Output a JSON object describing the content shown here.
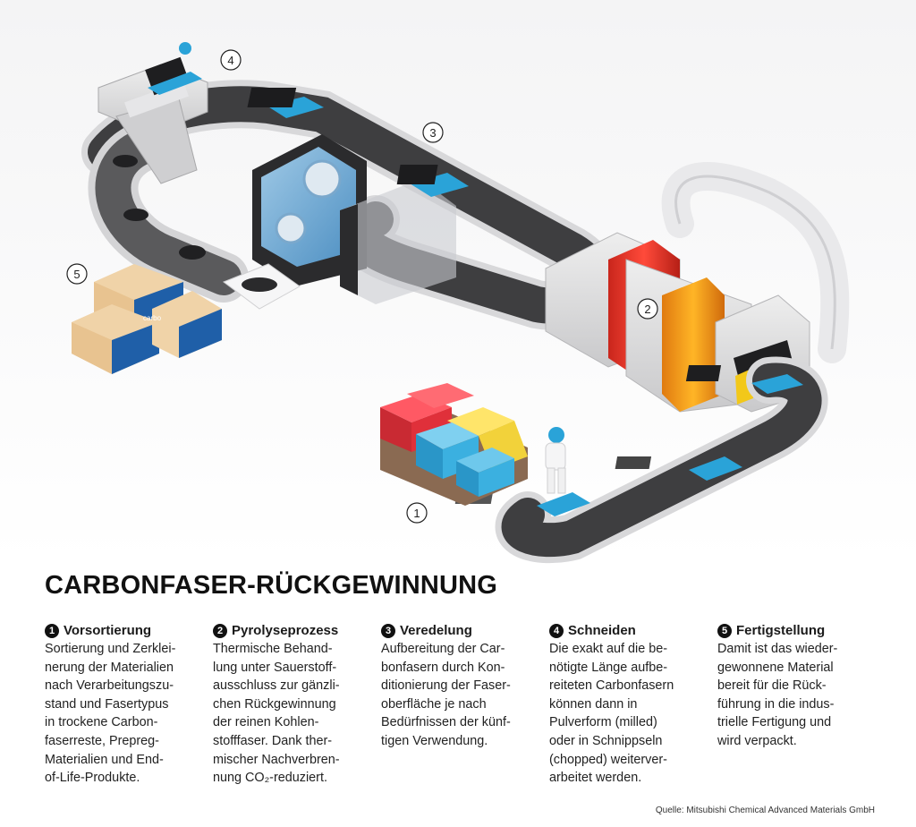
{
  "title": "CARBONFASER-RÜCKGEWINNUNG",
  "callouts": [
    "1",
    "2",
    "3",
    "4",
    "5"
  ],
  "steps": [
    {
      "number": "1",
      "heading": "Vorsortierung",
      "text": "Sortierung und Zerklei-\nnerung der Materialien\nnach Verarbeitungszu-\nstand und Fasertypus\nin trockene Carbon-\nfaserreste, Prepreg-\nMaterialien und End-\nof-Life-Produkte."
    },
    {
      "number": "2",
      "heading": "Pyrolyseprozess",
      "text": "Thermische Behand-\nlung unter Sauerstoff-\nausschluss zur gänzli-\nchen Rückgewinnung\nder reinen Kohlen-\nstofffaser. Dank ther-\nmischer Nachverbren-\nnung CO₂-reduziert."
    },
    {
      "number": "3",
      "heading": "Veredelung",
      "text": "Aufbereitung der Car-\nbonfasern durch Kon-\nditionierung der Faser-\noberfläche je nach\nBedürfnissen der künf-\ntigen Verwendung."
    },
    {
      "number": "4",
      "heading": "Schneiden",
      "text": "Die exakt auf die be-\nnötigte Länge aufbe-\nreiteten Carbonfasern\nkönnen dann in\nPulverform (milled)\noder in Schnippseln\n(chopped) weiterver-\narbeitet werden."
    },
    {
      "number": "5",
      "heading": "Fertigstellung",
      "text": "Damit ist das wieder-\ngewonnene Material\nbereit für die Rück-\nführung in die indus-\ntrielle Fertigung und\nwird verpackt."
    }
  ],
  "box_label": "carbo",
  "source": "Quelle:  Mitsubishi Chemical Advanced Materials GmbH",
  "colors": {
    "belt": "#3e3e40",
    "accent_blue": "#2aa3d8",
    "heat_red": "#e23a2a",
    "heat_orange": "#f2a01a",
    "crate_red": "#e0303a",
    "crate_blue": "#3bb0e0",
    "crate_yellow": "#f2d23a"
  }
}
